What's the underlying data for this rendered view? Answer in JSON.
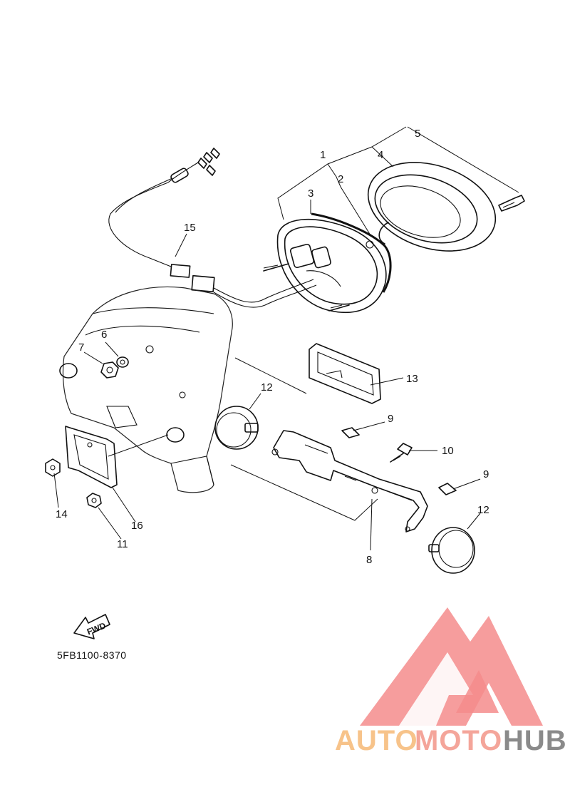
{
  "diagram": {
    "callouts": {
      "c1": "1",
      "c2": "2",
      "c3": "3",
      "c4": "4",
      "c5": "5",
      "c6": "6",
      "c7": "7",
      "c8": "8",
      "c9a": "9",
      "c9b": "9",
      "c10": "10",
      "c11": "11",
      "c12a": "12",
      "c12b": "12",
      "c13": "13",
      "c14": "14",
      "c15": "15",
      "c16": "16"
    },
    "forward_marker": "FWD",
    "part_code": "5FB1100-8370"
  },
  "watermark": {
    "part_auto": "AUTO",
    "part_moto": "MOTO",
    "part_hub": "HUB",
    "colors": {
      "auto": "#f7c38a",
      "moto": "#f4a59a",
      "hub": "#8a8a8a",
      "logo": "#f58c8c"
    }
  }
}
